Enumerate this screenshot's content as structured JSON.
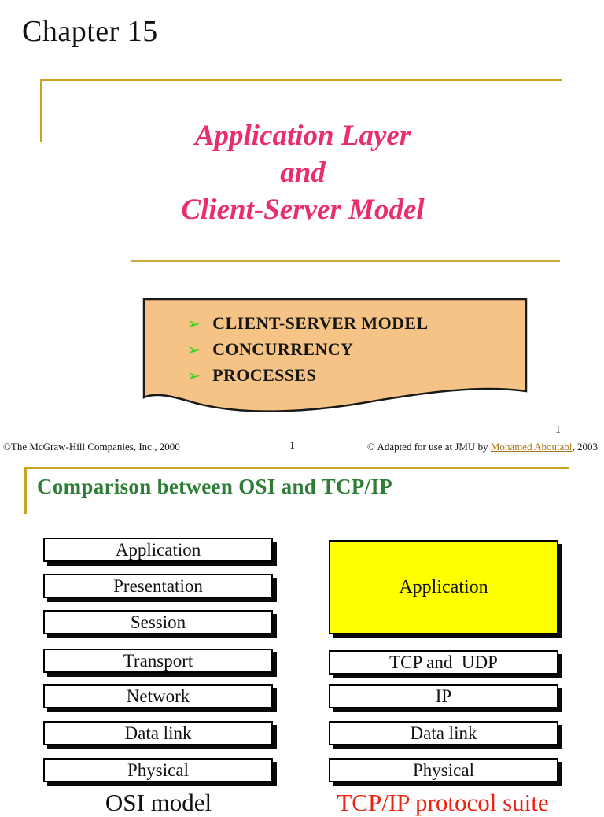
{
  "page": {
    "chapter_title": "Chapter 15"
  },
  "slide1": {
    "title_lines": [
      "Application Layer",
      "and",
      "Client-Server Model"
    ],
    "bullets": [
      "CLIENT-SERVER MODEL",
      "CONCURRENCY",
      "PROCESSES"
    ],
    "footer": {
      "left": "©The McGraw-Hill Companies, Inc., 2000",
      "center_page_number": "1",
      "right_page_number": "1",
      "right_prefix": "© Adapted for use at JMU by ",
      "right_link": "Mohamed Aboutabl",
      "right_suffix": ", 2003"
    }
  },
  "slide2": {
    "heading": "Comparison between OSI and TCP/IP",
    "osi_layers": [
      "Application",
      "Presentation",
      "Session",
      "Transport",
      "Network",
      "Data link",
      "Physical"
    ],
    "tcpip_application": "Application",
    "tcpip_layers": [
      "TCP and  UDP",
      "IP",
      "Data link",
      "Physical"
    ],
    "osi_caption": "OSI model",
    "tcpip_caption": "TCP/IP protocol suite"
  },
  "icons": {
    "bullet_arrow": "➢"
  },
  "colors": {
    "title_pink": "#EA2E6C",
    "heading_green": "#2E7D36",
    "frame_gold": "#C9A227",
    "bullet_green": "#35D31D",
    "callout_orange": "#F5C385",
    "tcpip_app_yellow": "#FFFF00",
    "caption_red": "#EE2211",
    "link_gold": "#A8761C"
  }
}
